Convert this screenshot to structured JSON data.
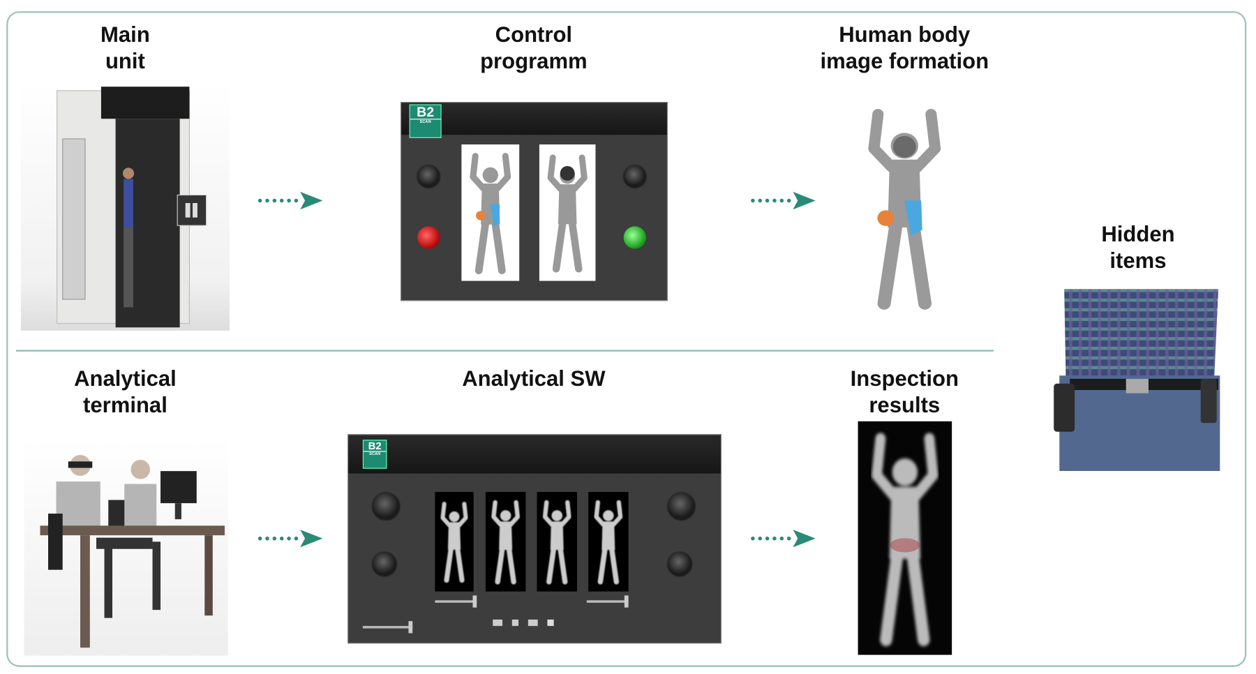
{
  "colors": {
    "accent": "#2a8a78",
    "frame": "#9cc4bd",
    "logo": "#1e8a72"
  },
  "logo": {
    "main": "B2",
    "sub": "SCAN"
  },
  "steps": {
    "main_unit": {
      "line1": "Main",
      "line2": "unit"
    },
    "control_programm": {
      "line1": "Control",
      "line2": "programm"
    },
    "human_body": {
      "line1": "Human body",
      "line2": "image formation"
    },
    "hidden_items": {
      "line1": "Hidden",
      "line2": "items"
    },
    "analytical_terminal": {
      "line1": "Analytical",
      "line2": "terminal"
    },
    "analytical_sw": {
      "line1": "Analytical SW"
    },
    "inspection_results": {
      "line1": "Inspection",
      "line2": "results"
    }
  },
  "arrows": [
    "main-to-control",
    "control-to-image",
    "terminal-to-sw",
    "sw-to-results"
  ]
}
